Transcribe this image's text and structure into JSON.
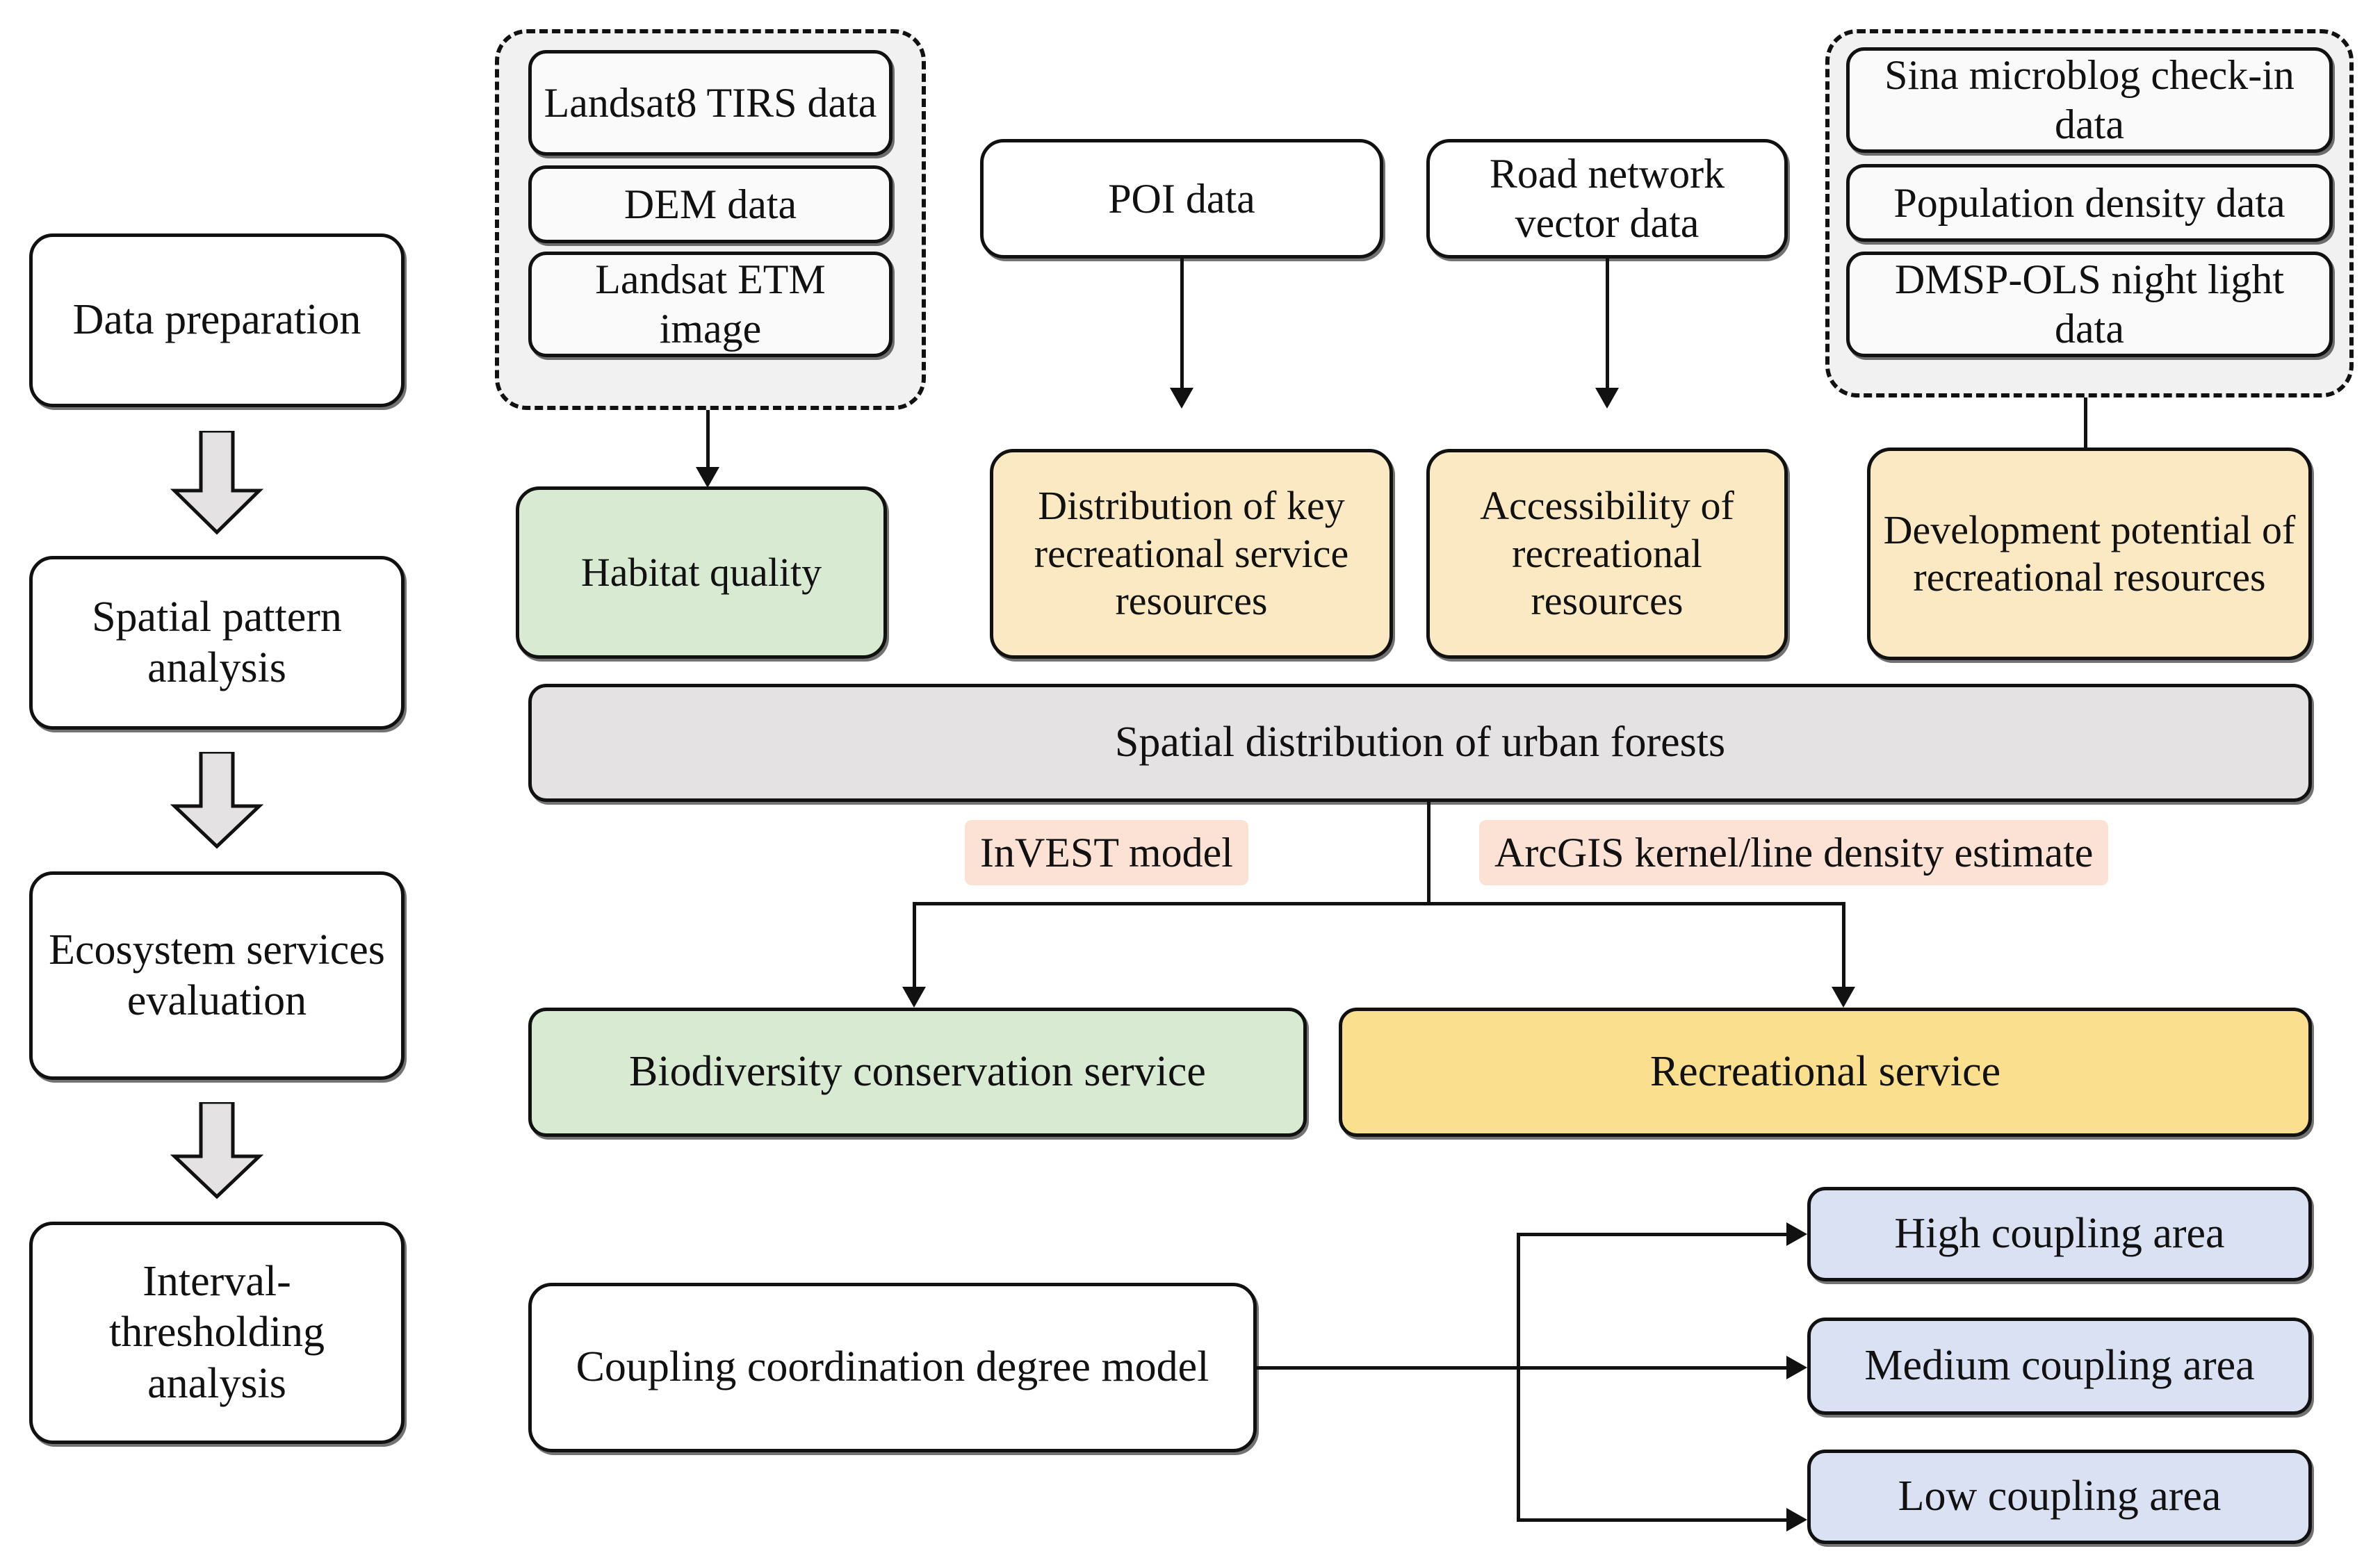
{
  "diagram": {
    "type": "flowchart",
    "title": "Urban forest ecosystem services research framework"
  },
  "stages": [
    {
      "label": "Data preparation"
    },
    {
      "label": "Spatial pattern analysis"
    },
    {
      "label": "Ecosystem services evaluation"
    },
    {
      "label": "Interval-thresholding analysis"
    }
  ],
  "stage_connectors": [
    {
      "icon": "block-arrow-down-icon"
    },
    {
      "icon": "block-arrow-down-icon"
    },
    {
      "icon": "block-arrow-down-icon"
    }
  ],
  "data_group_left": {
    "items": [
      {
        "label": "Landsat8 TIRS data"
      },
      {
        "label": "DEM data"
      },
      {
        "label": "Landsat ETM image"
      }
    ]
  },
  "data_group_right": {
    "items": [
      {
        "label": "Sina microblog check-in data"
      },
      {
        "label": "Population density data"
      },
      {
        "label": "DMSP-OLS night light data"
      }
    ]
  },
  "single_sources": [
    {
      "label": "POI data"
    },
    {
      "label": "Road network vector data"
    }
  ],
  "indicators": [
    {
      "label": "Habitat quality",
      "color": "#d9ead3"
    },
    {
      "label": "Distribution of key recreational service resources",
      "color": "#fbe9c3"
    },
    {
      "label": "Accessibility of recreational resources",
      "color": "#fbe9c3"
    },
    {
      "label": "Development potential of recreational resources",
      "color": "#fbe9c3"
    }
  ],
  "spatial_bar": {
    "label": "Spatial distribution of urban forests",
    "color": "#e4e2e3"
  },
  "method_tags": [
    {
      "label": "InVEST model",
      "color": "#fbe2d5"
    },
    {
      "label": "ArcGIS  kernel/line density estimate",
      "color": "#fbe2d5"
    }
  ],
  "services": [
    {
      "label": "Biodiversity conservation service",
      "color": "#d9ead3"
    },
    {
      "label": "Recreational service",
      "color": "#fadf8e"
    }
  ],
  "model": {
    "label": "Coupling coordination degree model"
  },
  "outcomes": [
    {
      "label": "High coupling area",
      "color": "#d9e1f2"
    },
    {
      "label": "Medium coupling area",
      "color": "#d9e1f2"
    },
    {
      "label": "Low coupling area",
      "color": "#d9e1f2"
    }
  ]
}
